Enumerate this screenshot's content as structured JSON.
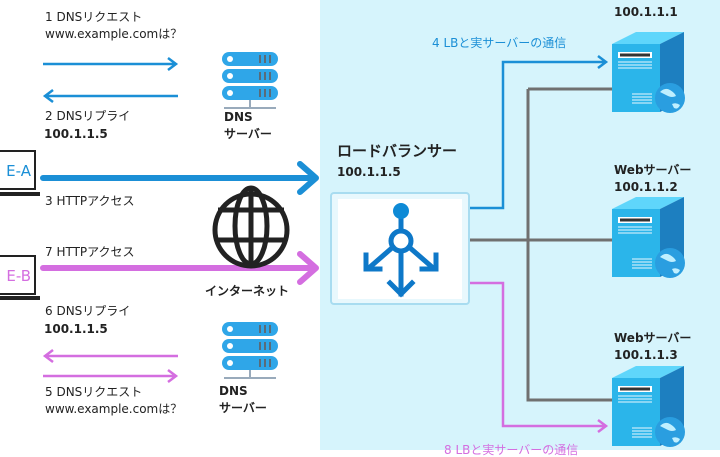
{
  "colors": {
    "blue": "#1b8fd6",
    "pink": "#d46ee0",
    "grey": "#707070",
    "right_bg": "#d6f4fc"
  },
  "client_a": {
    "label": "E-A",
    "step_dns_request": "1 DNSリクエスト",
    "query": "www.example.comは？",
    "step_dns_reply": "2 DNSリプライ",
    "reply_ip": "100.1.1.5",
    "step_http": "3 HTTPアクセス"
  },
  "client_b": {
    "label": "E-B",
    "step_http": "7 HTTPアクセス",
    "step_dns_reply": "6 DNSリプライ",
    "reply_ip": "100.1.1.5",
    "step_dns_request": "5 DNSリクエスト",
    "query": "www.example.comは？"
  },
  "dns_server": {
    "line1": "DNS",
    "line2": "サーバー"
  },
  "internet": {
    "label": "インターネット"
  },
  "load_balancer": {
    "title": "ロードバランサー",
    "ip": "100.1.1.5"
  },
  "lb_comm_a": "4 LBと実サーバーの通信",
  "lb_comm_b": "8 LBと実サーバーの通信",
  "servers": [
    {
      "name": "",
      "ip": "100.1.1.1"
    },
    {
      "name": "Webサーバー",
      "ip": "100.1.1.2"
    },
    {
      "name": "Webサーバー",
      "ip": "100.1.1.3"
    }
  ]
}
